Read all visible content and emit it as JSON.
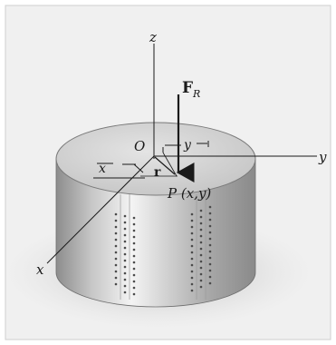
{
  "diagram": {
    "axes": {
      "z": "z",
      "y": "y",
      "x": "x"
    },
    "origin_label": "O",
    "force_label_main": "F",
    "force_label_sub": "R",
    "position_vector_label": "r",
    "point_label": "P (x,y)",
    "dim_x_label": "x",
    "dim_y_label": "y"
  },
  "colors": {
    "paper": "#f2f2f2",
    "metal_mid": "#b9b9b9",
    "metal_light": "#eeeeee",
    "metal_dark": "#7a7a7a",
    "top_face": "#d5d5d5",
    "line": "#1a1a1a"
  }
}
